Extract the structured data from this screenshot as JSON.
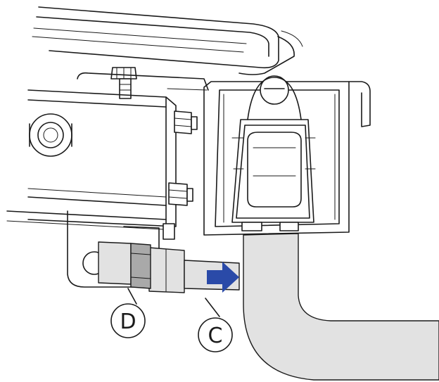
{
  "diagram": {
    "colors": {
      "line": "#1a1a1a",
      "pipe_fill": "#e2e2e2",
      "nut_fill": "#a9a9a9",
      "arrow": "#2a4aa8"
    },
    "callouts": [
      {
        "id": "D",
        "label": "D"
      },
      {
        "id": "C",
        "label": "C"
      }
    ],
    "arrow_direction": "right"
  }
}
